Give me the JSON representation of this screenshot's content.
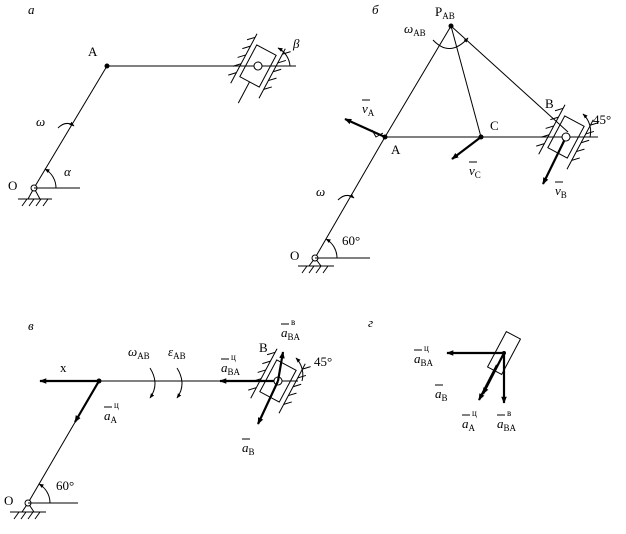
{
  "panels": {
    "a": {
      "letter": "а",
      "labels": {
        "A": "A",
        "O": "O",
        "omega": "ω",
        "alpha": "α",
        "beta": "β"
      }
    },
    "b": {
      "letter": "б",
      "labels": {
        "P": "P",
        "P_sub": "AB",
        "omegaAB": "ω",
        "omegaAB_sub": "AB",
        "vA": "v",
        "vA_sub": "A",
        "A": "A",
        "C": "C",
        "B": "B",
        "angle45": "45°",
        "vC": "v",
        "vC_sub": "C",
        "vB": "v",
        "vB_sub": "B",
        "omega": "ω",
        "angle60": "60°",
        "O": "O"
      }
    },
    "v": {
      "letter": "в",
      "labels": {
        "x": "x",
        "omegaAB": "ω",
        "omegaAB_sub": "AB",
        "epsAB": "ε",
        "epsAB_sub": "AB",
        "aBA_n": "a",
        "aBA_n_sup": "ц",
        "aBA_n_sub": "BA",
        "B": "B",
        "aBA_t": "a",
        "aBA_t_sup": "в",
        "aBA_t_sub": "BA",
        "angle45": "45°",
        "aA_n": "a",
        "aA_n_sup": "ц",
        "aA_n_sub": "A",
        "aB": "a",
        "aB_sub": "B",
        "angle60": "60°",
        "O": "O"
      }
    },
    "g": {
      "letter": "г",
      "labels": {
        "aBA_n": "a",
        "aBA_n_sup": "ц",
        "aBA_n_sub": "BA",
        "aB": "a",
        "aB_sub": "B",
        "aA_n": "a",
        "aA_n_sup": "ц",
        "aA_n_sub": "A",
        "aBA_t": "a",
        "aBA_t_sup": "в",
        "aBA_t_sub": "BA"
      }
    }
  }
}
